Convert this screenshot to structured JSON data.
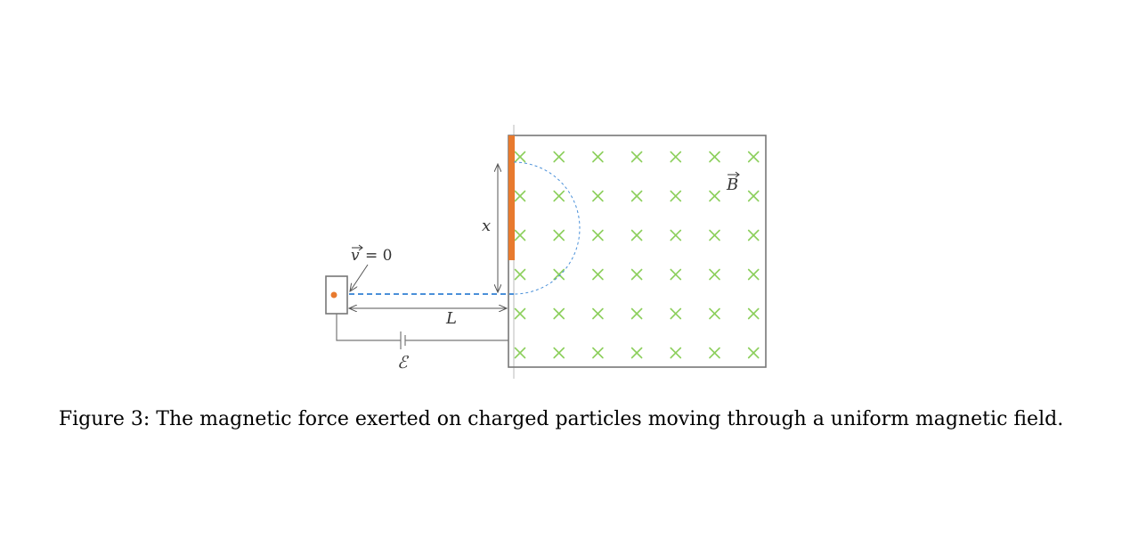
{
  "figure": {
    "labels": {
      "velocity_symbol": "v",
      "velocity_value": "= 0",
      "distance_L": "L",
      "distance_x": "x",
      "emf": "ℰ",
      "field": "B"
    },
    "field_symbol": "×",
    "field_grid": {
      "columns": 7,
      "rows": 6
    },
    "colors": {
      "field_marker": "#8ccf5c",
      "plate": "#e87a2e",
      "particle": "#e87a2e",
      "trajectory": "#4a90d9",
      "outline": "#777777"
    }
  },
  "caption": "Figure 3:  The magnetic force exerted on charged particles moving through a uniform magnetic field."
}
